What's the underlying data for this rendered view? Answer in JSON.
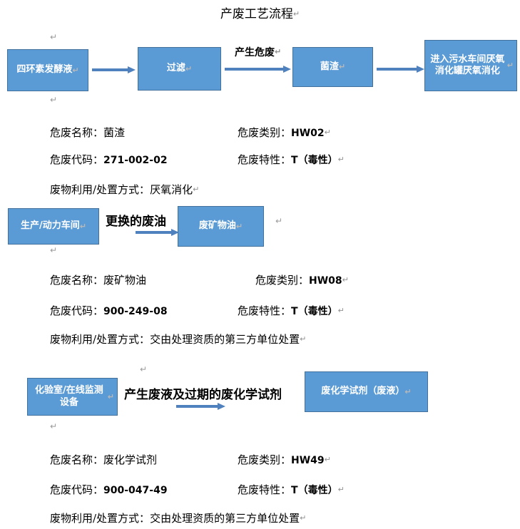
{
  "document": {
    "title": "产废工艺流程",
    "return_mark": "↵",
    "colors": {
      "box_fill": "#5B9BD5",
      "box_border": "#41719C",
      "box_text": "#FFFFFF",
      "arrow": "#4E81BD",
      "body_text": "#000000",
      "pilcrow": "#9A9A9A",
      "page_background": "#FFFFFF"
    }
  },
  "flow1": {
    "boxes": [
      {
        "label": "四环素发酵液"
      },
      {
        "label": "过滤"
      },
      {
        "label": "菌渣"
      },
      {
        "label": "进入污水车间厌氧消化罐厌氧消化"
      }
    ],
    "arrow_labels": [
      {
        "text": "产生危废"
      }
    ]
  },
  "info1": {
    "name_label": "危废名称：",
    "name_value": "菌渣",
    "category_label": "危废类别：",
    "category_value": "HW02",
    "code_label": "危废代码：",
    "code_value": "271-002-02",
    "property_label": "危废特性：",
    "property_value": "T（毒性）",
    "disposal_label": "废物利用/处置方式：",
    "disposal_value": "厌氧消化"
  },
  "flow2": {
    "boxes": [
      {
        "label": "生产/动力车间"
      },
      {
        "label": "废矿物油"
      }
    ],
    "arrow_labels": [
      {
        "text": "更换的废油"
      }
    ]
  },
  "info2": {
    "name_label": "危废名称：",
    "name_value": "废矿物油",
    "category_label": "危废类别：",
    "category_value": "HW08",
    "code_label": "危废代码：",
    "code_value": "900-249-08",
    "property_label": "危废特性：",
    "property_value": "T（毒性）",
    "disposal_label": "废物利用/处置方式：",
    "disposal_value": "交由处理资质的第三方单位处置"
  },
  "flow3": {
    "boxes": [
      {
        "label": "化验室/在线监测设备"
      },
      {
        "label": "废化学试剂（废液）"
      }
    ],
    "arrow_labels": [
      {
        "text": "产生废液及过期的废化学试剂"
      }
    ]
  },
  "info3": {
    "name_label": "危废名称：",
    "name_value": "废化学试剂",
    "category_label": "危废类别：",
    "category_value": "HW49",
    "code_label": "危废代码：",
    "code_value": "900-047-49",
    "property_label": "危废特性：",
    "property_value": "T（毒性）",
    "disposal_label": "废物利用/处置方式：",
    "disposal_value": "交由处理资质的第三方单位处置"
  }
}
